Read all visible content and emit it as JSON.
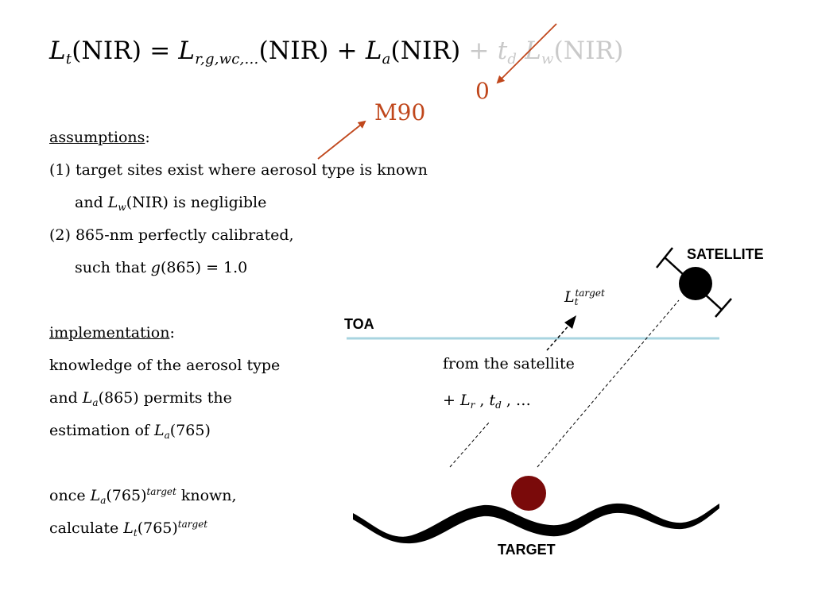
{
  "equation": {
    "lt_var": "L",
    "lt_sub": "t",
    "lt_arg": "(NIR) = ",
    "lr_var": "L",
    "lr_sub": "r,g,wc,…",
    "lr_arg": "(NIR) + ",
    "la_var": "L",
    "la_sub": "a",
    "la_arg": "(NIR) ",
    "plus": "+ ",
    "td_var": "t",
    "td_sub": "d",
    "lw_var": "L",
    "lw_sub": "w",
    "lw_arg": "(NIR)"
  },
  "annotations": {
    "zero": "0",
    "m90": "M90",
    "color": "#c0471c"
  },
  "assumptions": {
    "heading": "assumptions",
    "colon": ":",
    "line1": "(1) target sites exist where aerosol type is known",
    "line2_pre": "and ",
    "line2_var": "L",
    "line2_sub": "w",
    "line2_post": "(NIR) is negligible",
    "line3": "(2) 865-nm perfectly calibrated,",
    "line4_pre": "such that ",
    "line4_var": "g",
    "line4_post": "(865) = 1.0"
  },
  "implementation": {
    "heading": "implementation",
    "colon": ":",
    "line1": "knowledge of the aerosol type",
    "line2_pre": "and ",
    "line2_var": "L",
    "line2_sub": "a",
    "line2_post": "(865) permits the",
    "line3_pre": "estimation of ",
    "line3_var": "L",
    "line3_sub": "a",
    "line3_post": "(765)",
    "line4_pre": "once ",
    "line4_var": "L",
    "line4_sub": "a",
    "line4_mid": "(765)",
    "line4_sup": "target",
    "line4_post": " known,",
    "line5_pre": "calculate ",
    "line5_var": "L",
    "line5_sub": "t",
    "line5_mid": "(765)",
    "line5_sup": "target"
  },
  "diagram": {
    "satellite_label": "SATELLITE",
    "toa_label": "TOA",
    "target_label": "TARGET",
    "lt_var": "L",
    "lt_sub": "t",
    "lt_sup": "target",
    "from_satellite": "from the satellite",
    "plus": "+ ",
    "lr_var": "L",
    "lr_sub": "r",
    "sep": " , ",
    "td_var": "t",
    "td_sub": "d",
    "ellipsis": " , …",
    "toa_color": "#a8d4e0",
    "target_color": "#7a0a0a"
  }
}
